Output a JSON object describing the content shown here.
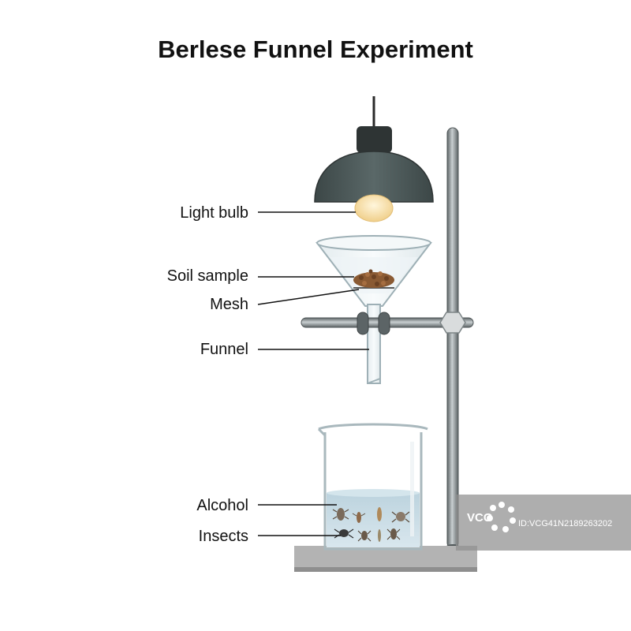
{
  "title": "Berlese Funnel Experiment",
  "labels": {
    "light_bulb": "Light bulb",
    "soil_sample": "Soil sample",
    "mesh": "Mesh",
    "funnel": "Funnel",
    "alcohol": "Alcohol",
    "insects": "Insects"
  },
  "watermark": {
    "brand": "VCG",
    "id": "ID:VCG41N2189263202"
  },
  "colors": {
    "lamp_shade": "#4a5655",
    "lamp_cap": "#2e3434",
    "bulb": "#f5d79a",
    "stand_metal": "#7d8587",
    "soil": "#8a5a33",
    "alcohol": "#c9dde6",
    "base_plate": "#a7a7a7",
    "watermark_box": "#8f8f8f"
  }
}
